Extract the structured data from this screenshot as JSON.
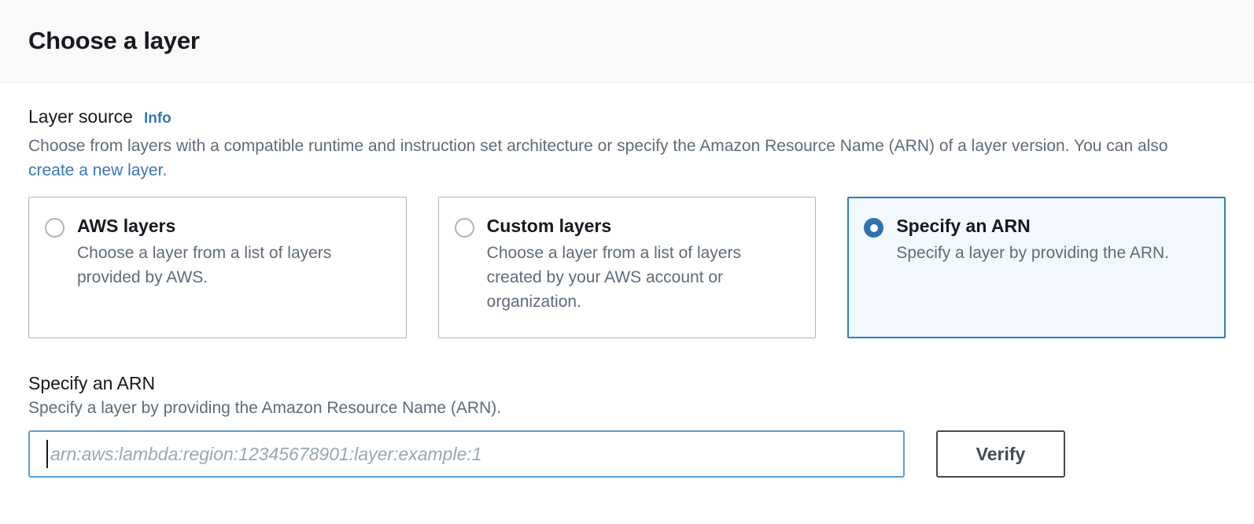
{
  "header": {
    "title": "Choose a layer"
  },
  "layer_source": {
    "label": "Layer source",
    "info_link": "Info",
    "description_part1": "Choose from layers with a compatible runtime and instruction set architecture or specify the Amazon Resource Name (ARN) of a layer version. You can also ",
    "description_link": "create a new layer",
    "description_part2": ".",
    "options": [
      {
        "title": "AWS layers",
        "description": "Choose a layer from a list of layers provided by AWS.",
        "selected": false
      },
      {
        "title": "Custom layers",
        "description": "Choose a layer from a list of layers created by your AWS account or organization.",
        "selected": false
      },
      {
        "title": "Specify an ARN",
        "description": "Specify a layer by providing the ARN.",
        "selected": true
      }
    ]
  },
  "arn_section": {
    "title": "Specify an ARN",
    "description": "Specify a layer by providing the Amazon Resource Name (ARN).",
    "input_value": "",
    "input_placeholder": "arn:aws:lambda:region:12345678901:layer:example:1",
    "verify_label": "Verify"
  },
  "colors": {
    "accent_blue": "#2f72ad",
    "link_blue": "#3a76b8",
    "selected_card_bg": "#f2f8fd",
    "selected_card_border": "#2d7fc1",
    "input_focus_border": "#5a9fd4",
    "card_border": "#aab7b8",
    "text_primary": "#16191f",
    "text_secondary": "#5f6b7a",
    "header_bg": "#f9f9fa",
    "button_border": "#424a54"
  }
}
